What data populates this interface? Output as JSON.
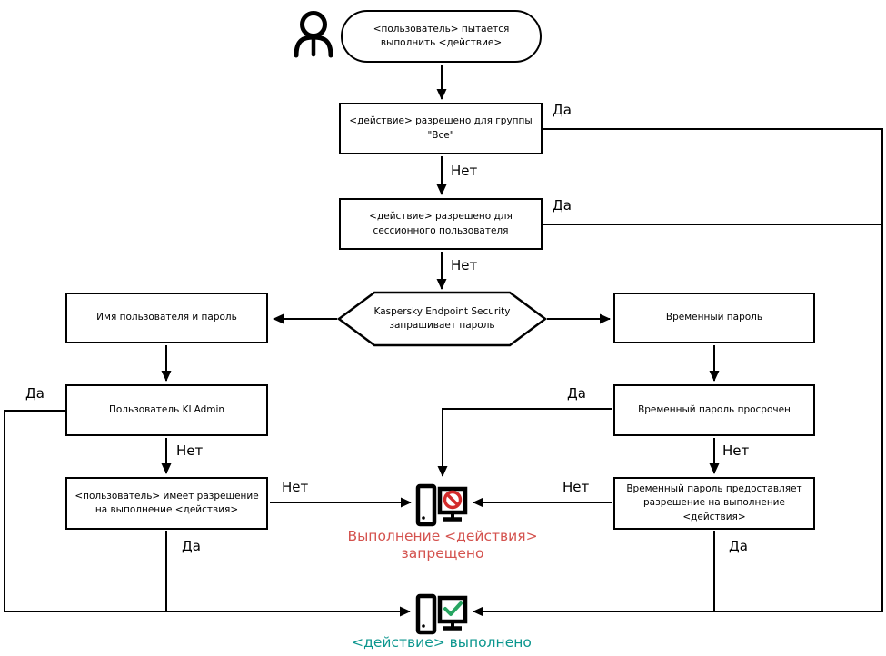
{
  "labels": {
    "yes": "Да",
    "no": "Нет"
  },
  "nodes": {
    "start": "<пользователь> пытается выполнить <действие>",
    "allowed_for_all": "<действие> разрешено для группы \"Все\"",
    "allowed_for_session": "<действие> разрешено для сессионного пользователя",
    "kes_prompt": "Kaspersky Endpoint Security запрашивает пароль",
    "username_password": "Имя пользователя и пароль",
    "temp_password": "Временный пароль",
    "kladmin": "Пользователь KLAdmin",
    "temp_expired": "Временный пароль просрочен",
    "user_has_permission": "<пользователь> имеет разрешение на выполнение <действия>",
    "temp_grants_permission": "Временный пароль предоставляет разрешение на выполнение <действия>",
    "action_denied": "Выполнение <действия> запрещено",
    "action_done": "<действие> выполнено"
  },
  "icons": {
    "actor": "person-icon",
    "denied": "computer-blocked-icon",
    "done": "computer-check-icon"
  },
  "colors": {
    "line": "#000000",
    "denied_text": "#d4524e",
    "denied_sign": "#d32b2b",
    "done_text": "#0b968e",
    "check_green": "#27a561"
  }
}
